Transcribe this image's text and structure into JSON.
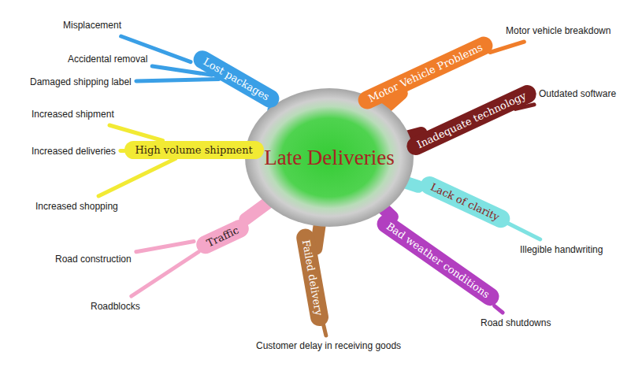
{
  "diagram": {
    "nodes": [
      {
        "text": [
          "Late Deliveries"
        ]
      },
      {
        "text": [
          "Lost packages"
        ]
      },
      {
        "text": [
          "Misplacement"
        ]
      },
      {
        "text": [
          "Accidental removal"
        ]
      },
      {
        "text": [
          "Damaged shipping label"
        ]
      },
      {
        "text": [
          "Motor Vehicle Problems"
        ]
      },
      {
        "text": [
          "Motor vehicle breakdown"
        ]
      },
      {
        "text": [
          "Inadequate technology"
        ]
      },
      {
        "text": [
          "Outdated software"
        ]
      },
      {
        "text": [
          "High volume shipment"
        ]
      },
      {
        "text": [
          "Increased shipment"
        ]
      },
      {
        "text": [
          "Increased deliveries"
        ]
      },
      {
        "text": [
          "Increased shopping"
        ]
      },
      {
        "text": [
          "Lack of clarity"
        ]
      },
      {
        "text": [
          "Illegible handwriting"
        ]
      },
      {
        "text": [
          "Traffic"
        ]
      },
      {
        "text": [
          "Road construction"
        ]
      },
      {
        "text": [
          "Roadblocks"
        ]
      },
      {
        "text": [
          "Failed delivery"
        ]
      },
      {
        "text": [
          "Customer delay in receiving goods"
        ]
      },
      {
        "text": [
          "Bad weather conditions"
        ]
      },
      {
        "text": [
          "Road shutdowns"
        ]
      }
    ],
    "edges": [
      {
        "from": 0,
        "to": 1,
        "arrow": "none"
      },
      {
        "from": 1,
        "to": 2,
        "arrow": "none"
      },
      {
        "from": 1,
        "to": 3,
        "arrow": "none"
      },
      {
        "from": 1,
        "to": 4,
        "arrow": "none"
      },
      {
        "from": 0,
        "to": 5,
        "arrow": "none"
      },
      {
        "from": 5,
        "to": 6,
        "arrow": "none"
      },
      {
        "from": 0,
        "to": 7,
        "arrow": "none"
      },
      {
        "from": 7,
        "to": 8,
        "arrow": "none"
      },
      {
        "from": 0,
        "to": 9,
        "arrow": "none"
      },
      {
        "from": 9,
        "to": 10,
        "arrow": "none"
      },
      {
        "from": 9,
        "to": 11,
        "arrow": "none"
      },
      {
        "from": 9,
        "to": 12,
        "arrow": "none"
      },
      {
        "from": 0,
        "to": 13,
        "arrow": "none"
      },
      {
        "from": 13,
        "to": 14,
        "arrow": "none"
      },
      {
        "from": 0,
        "to": 15,
        "arrow": "none"
      },
      {
        "from": 15,
        "to": 16,
        "arrow": "none"
      },
      {
        "from": 15,
        "to": 17,
        "arrow": "none"
      },
      {
        "from": 0,
        "to": 18,
        "arrow": "none"
      },
      {
        "from": 18,
        "to": 19,
        "arrow": "none"
      },
      {
        "from": 0,
        "to": 20,
        "arrow": "none"
      },
      {
        "from": 20,
        "to": 21,
        "arrow": "none"
      }
    ]
  }
}
